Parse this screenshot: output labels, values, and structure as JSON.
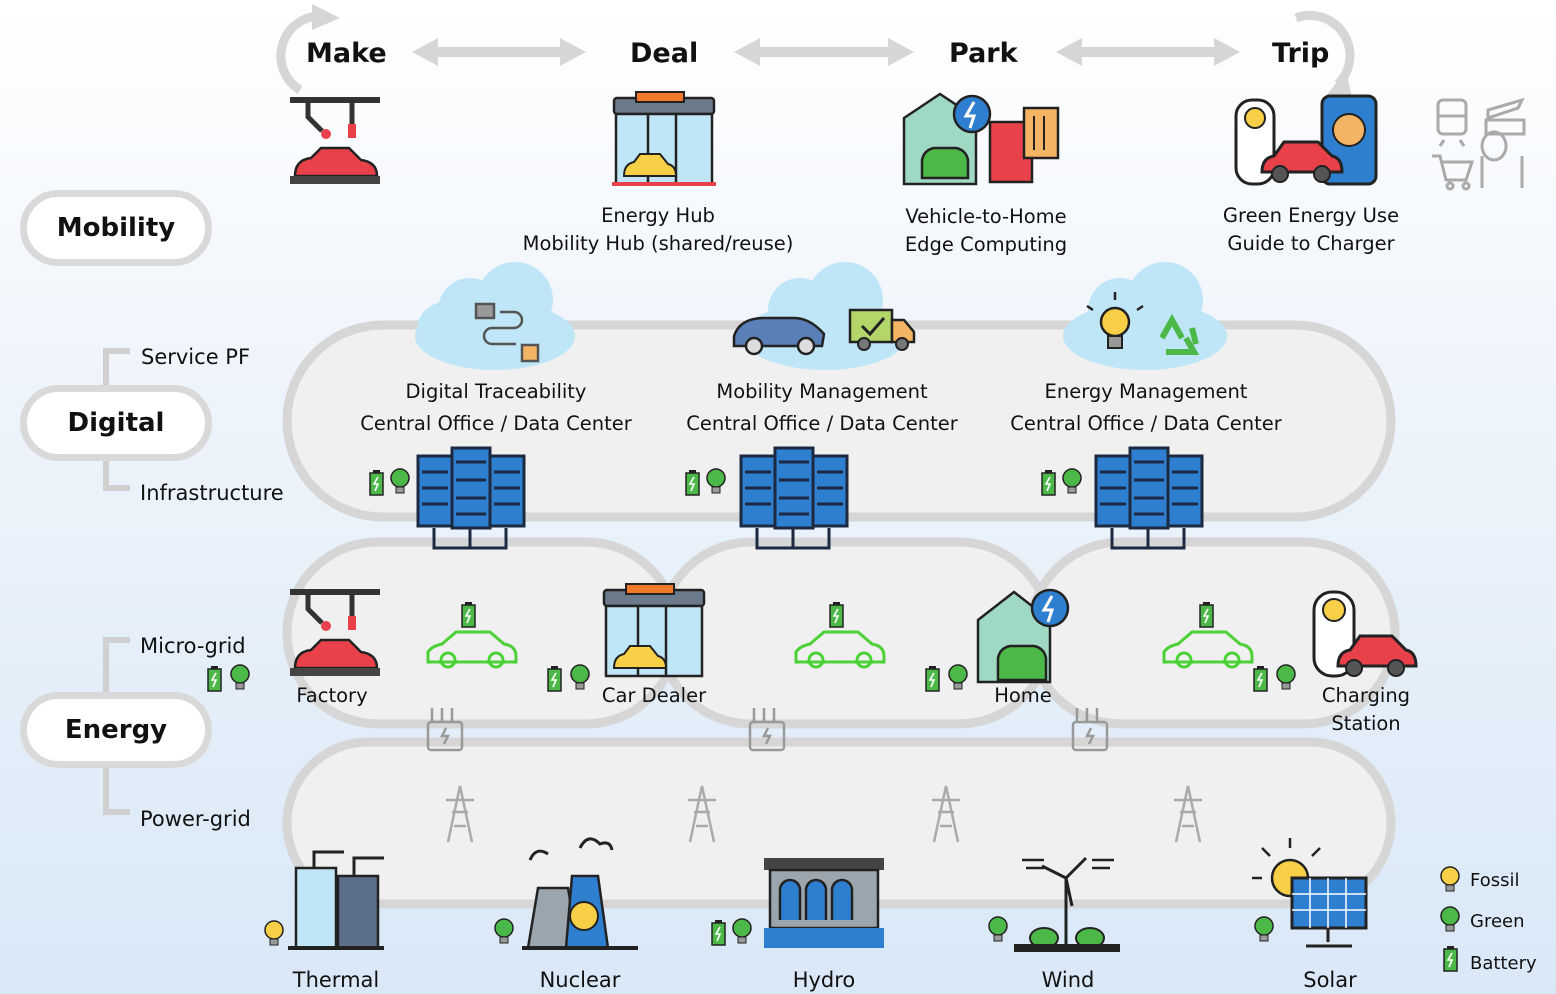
{
  "stages": {
    "make": "Make",
    "deal": "Deal",
    "park": "Park",
    "trip": "Trip"
  },
  "layers": {
    "mobility": "Mobility",
    "digital": "Digital",
    "energy": "Energy"
  },
  "sublayers": {
    "service": "Service PF",
    "infra": "Infrastructure",
    "micro": "Micro-grid",
    "power": "Power-grid"
  },
  "mobility_captions": {
    "deal_1": "Energy Hub",
    "deal_2": "Mobility Hub (shared/reuse)",
    "park_1": "Vehicle-to-Home",
    "park_2": "Edge Computing",
    "trip_1": "Green Energy Use",
    "trip_2": "Guide to Charger"
  },
  "digital_captions": [
    {
      "title": "Digital Traceability",
      "sub": "Central Office / Data Center"
    },
    {
      "title": "Mobility Management",
      "sub": "Central Office / Data Center"
    },
    {
      "title": "Energy Management",
      "sub": "Central Office / Data Center"
    }
  ],
  "microgrid_labels": {
    "factory": "Factory",
    "dealer": "Car Dealer",
    "home": "Home",
    "charging_1": "Charging",
    "charging_2": "Station"
  },
  "plants": {
    "thermal": "Thermal",
    "nuclear": "Nuclear",
    "hydro": "Hydro",
    "wind": "Wind",
    "solar": "Solar"
  },
  "legend": {
    "fossil": "Fossil",
    "green": "Green",
    "battery": "Battery"
  },
  "colors": {
    "red": "#e8414a",
    "green": "#4cb848",
    "blue": "#2f7fd0",
    "dark": "#222222",
    "grey": "#d9d9d9",
    "orange": "#f07a2a"
  }
}
